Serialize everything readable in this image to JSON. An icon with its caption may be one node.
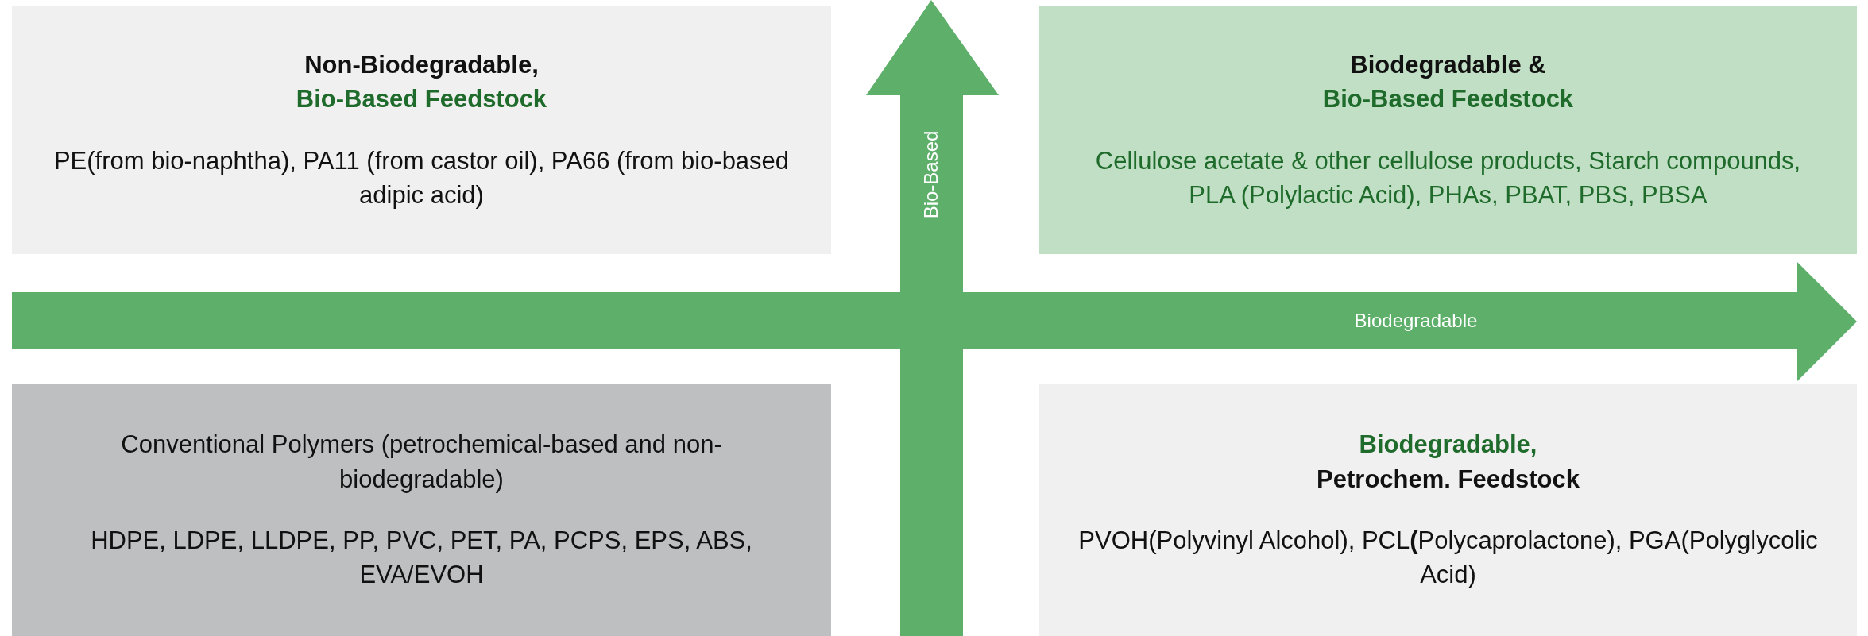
{
  "diagram": {
    "nodes": [
      {
        "text": [
          "Non-Biodegradable,",
          "Bio-Based Feedstock",
          "PE(from bio-naphtha), PA11 (from castor oil), PA66 (from bio-based adipic acid)"
        ]
      },
      {
        "text": [
          "Biodegradable &",
          "Bio-Based Feedstock",
          "Cellulose acetate & other cellulose products, Starch compounds, PLA (Polylactic Acid), PHAs, PBAT, PBS, PBSA"
        ]
      },
      {
        "text": [
          "Conventional Polymers (petrochemical-based and non-biodegradable)",
          "HDPE, LDPE, LLDPE, PP, PVC, PET, PA, PCPS, EPS, ABS, EVA/EVOH"
        ]
      },
      {
        "text": [
          "Biodegradable,",
          "Petrochem. Feedstock",
          "PVOH(Polyvinyl Alcohol), PCL**(**Polycaprolactone), PGA(Polyglycolic Acid)"
        ]
      }
    ],
    "edges": [],
    "labels": [
      "Bio-Based",
      "Biodegradable"
    ]
  }
}
